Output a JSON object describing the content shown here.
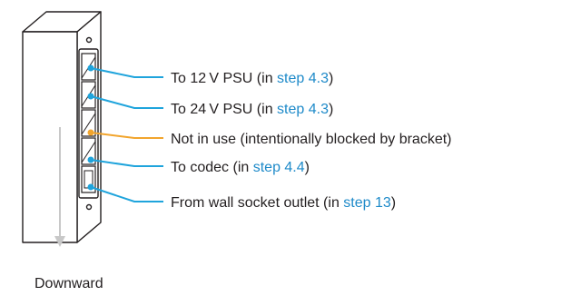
{
  "labels": [
    {
      "text": "To 12 V PSU (in ",
      "link": "step 4.3",
      "suffix": ")",
      "line_color": "#1fa4dc"
    },
    {
      "text": "To 24 V PSU (in ",
      "link": "step 4.3",
      "suffix": ")",
      "line_color": "#1fa4dc"
    },
    {
      "text": "Not in use (intentionally blocked by bracket)",
      "link": "",
      "suffix": "",
      "line_color": "#f2a52d"
    },
    {
      "text": "To codec (in ",
      "link": "step 4.4",
      "suffix": ")",
      "line_color": "#1fa4dc"
    },
    {
      "text": "From wall socket outlet (in ",
      "link": "step 13",
      "suffix": ")",
      "line_color": "#1fa4dc"
    }
  ],
  "arrow_label": "Downward",
  "colors": {
    "link": "#1e8ac9",
    "line_blue": "#1fa4dc",
    "line_orange": "#f2a52d",
    "outline": "#231f20",
    "arrow": "#c8c8c8"
  }
}
